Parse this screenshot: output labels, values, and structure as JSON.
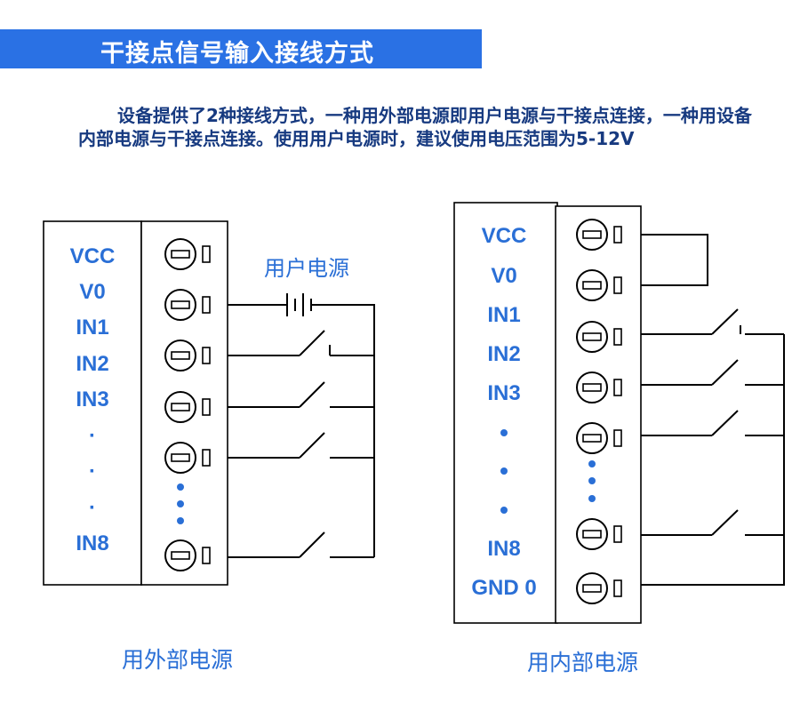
{
  "header": {
    "title": "干接点信号输入接线方式",
    "background_color": "#2a71e4"
  },
  "intro": {
    "text": "设备提供了2种接线方式，一种用外部电源即用户电源与干接点连接，一种用设备内部电源与干接点连接。使用用户电源时，建议使用电压范围为5-12V"
  },
  "left_diagram": {
    "pin_labels": [
      "VCC",
      "V0",
      "IN1",
      "IN2",
      "IN3",
      "·",
      "·",
      "·",
      "IN8"
    ],
    "supply_label": "用户电源",
    "caption": "用外部电源"
  },
  "right_diagram": {
    "pin_labels": [
      "VCC",
      "V0",
      "IN1",
      "IN2",
      "IN3",
      "·",
      "·",
      "·",
      "IN8",
      "GND 0"
    ],
    "caption": "用内部电源"
  },
  "colors": {
    "label_blue": "#2a6fd6",
    "intro_text": "#173a80",
    "line": "#000000"
  }
}
